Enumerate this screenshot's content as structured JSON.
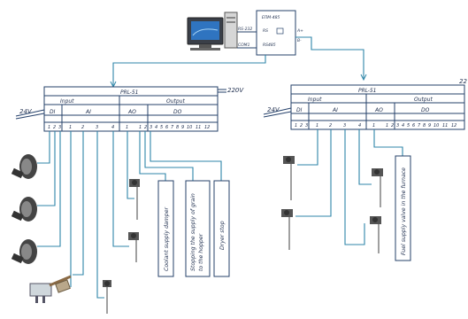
{
  "workstation": {
    "interface_label": "RS-232",
    "port_label": "COM1",
    "converter_title": "ЕПМ-485",
    "converter_port_a": "RS",
    "converter_port_b": "RS485",
    "converter_pin_a": "A+",
    "converter_pin_b": "B-"
  },
  "plc_left": {
    "title": "PRL-51",
    "power_label": "24V",
    "supply_label": "220V",
    "input_header": "Input",
    "output_header": "Output",
    "di_label": "DI",
    "ai_label": "AI",
    "ao_label": "AO",
    "do_label": "DO",
    "di_terminals": [
      "1",
      "2",
      "3"
    ],
    "ai_terminals": [
      "1",
      "2",
      "3",
      "4"
    ],
    "ao_terminals": [
      "1"
    ],
    "do_terminals": [
      "1",
      "2",
      "3",
      "4",
      "5",
      "6",
      "7",
      "8",
      "9",
      "10",
      "11",
      "12"
    ]
  },
  "plc_right": {
    "title": "PRL-51",
    "power_label": "24V",
    "supply_label": "22",
    "input_header": "Input",
    "output_header": "Output",
    "di_label": "DI",
    "ai_label": "AI",
    "ao_label": "AO",
    "do_label": "DO",
    "di_terminals": [
      "1",
      "2",
      "3"
    ],
    "ai_terminals": [
      "1",
      "2",
      "3",
      "4"
    ],
    "ao_terminals": [
      "1"
    ],
    "do_terminals": [
      "1",
      "2",
      "3",
      "4",
      "5",
      "6",
      "7",
      "8",
      "9",
      "10",
      "11",
      "12"
    ]
  },
  "actuators_left": [
    "Coolant supply damper",
    "Stopping the supply of grain to the hopper",
    "Dryer stop"
  ],
  "actuators_right": [
    "Fuel supply valve in the furnace"
  ],
  "colors": {
    "wire": "#2f86a8",
    "line": "#24406a",
    "text": "#1e2e4e"
  }
}
